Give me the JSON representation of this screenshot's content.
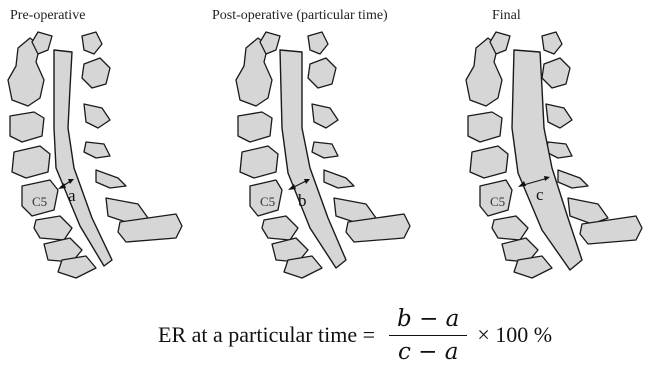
{
  "panels": {
    "pre": {
      "title": "Pre-operative",
      "vertebra_label": "C5",
      "measure_label": "a"
    },
    "post": {
      "title": "Post-operative (particular time)",
      "vertebra_label": "C5",
      "measure_label": "b"
    },
    "final": {
      "title": "Final",
      "vertebra_label": "C5",
      "measure_label": "c"
    }
  },
  "formula": {
    "lhs": "ER at a particular time =",
    "numerator": "b − a",
    "denominator": "c − a",
    "rhs": "× 100 %"
  }
}
